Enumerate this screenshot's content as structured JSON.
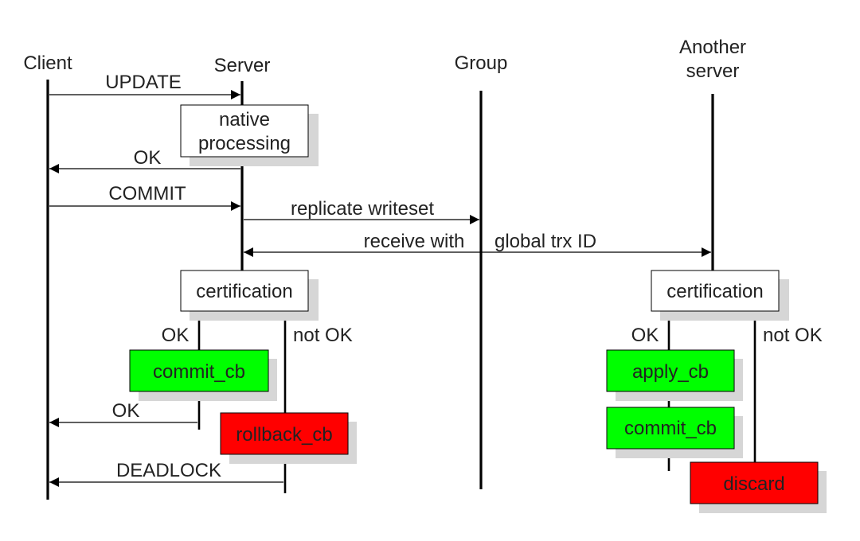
{
  "participants": {
    "client": "Client",
    "server": "Server",
    "group": "Group",
    "another_line1": "Another",
    "another_line2": "server"
  },
  "messages": {
    "update": "UPDATE",
    "ok_native": "OK",
    "commit": "COMMIT",
    "replicate": "replicate writeset",
    "receive": "receive with",
    "global_trx": "global trx ID",
    "ok_commit": "OK",
    "deadlock": "DEADLOCK"
  },
  "boxes": {
    "native_line1": "native",
    "native_line2": "processing",
    "certification_server": "certification",
    "certification_another": "certification",
    "commit_cb_server": "commit_cb",
    "rollback_cb": "rollback_cb",
    "apply_cb": "apply_cb",
    "commit_cb_another": "commit_cb",
    "discard": "discard"
  },
  "branches": {
    "server_ok": "OK",
    "server_not_ok": "not OK",
    "another_ok": "OK",
    "another_not_ok": "not OK"
  },
  "colors": {
    "success": "#00ff00",
    "failure": "#ff0000",
    "neutral_box": "#ffffff",
    "shadow": "#d6d6d6"
  }
}
